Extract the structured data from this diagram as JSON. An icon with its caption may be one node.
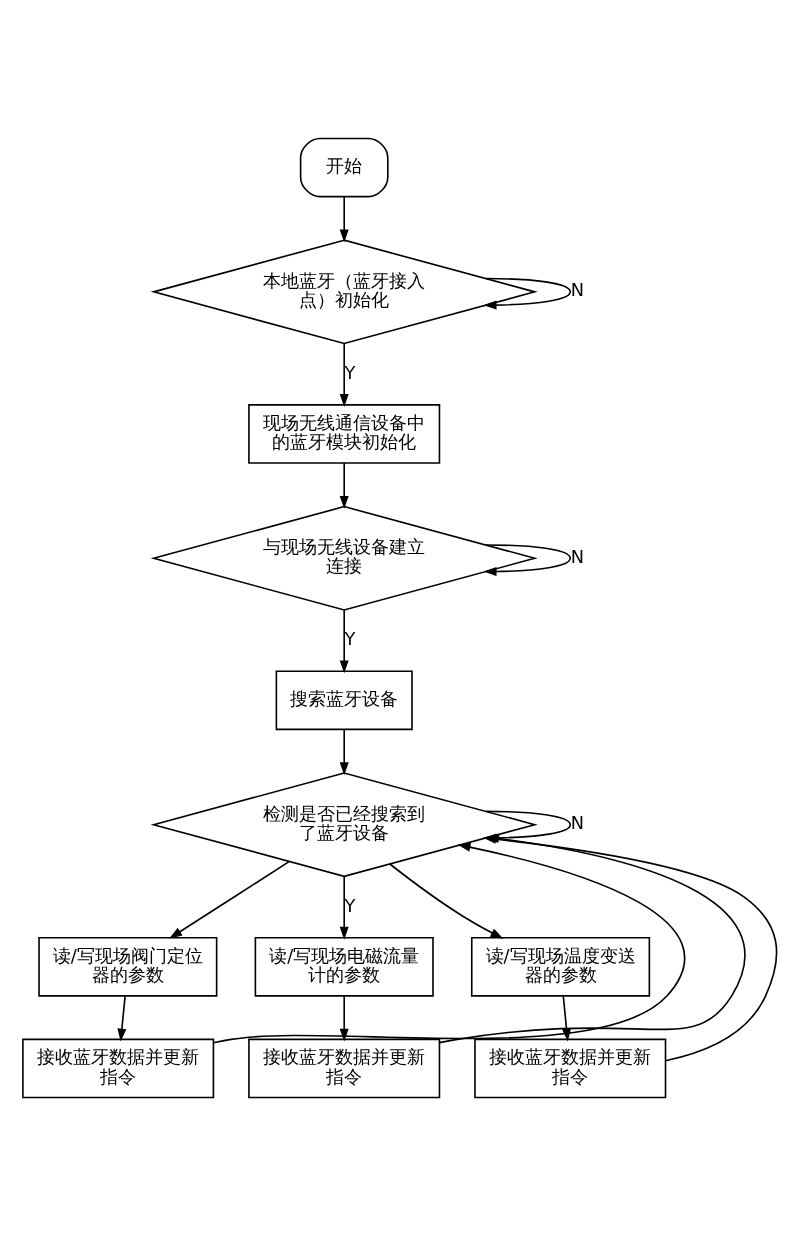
{
  "diagram": {
    "nodes": [
      {
        "text": [
          "开始"
        ]
      },
      {
        "text": [
          "本地蓝牙（蓝牙接入点）初始化"
        ]
      },
      {
        "text": [
          "现场无线通信设备中的蓝牙模块初始化"
        ]
      },
      {
        "text": [
          "与现场无线设备建立连接"
        ]
      },
      {
        "text": [
          "搜索蓝牙设备"
        ]
      },
      {
        "text": [
          "检测是否已经搜索到了蓝牙设备"
        ]
      },
      {
        "text": [
          "读/写现场阀门定位器的参数"
        ]
      },
      {
        "text": [
          "读/写现场电磁流量计的参数"
        ]
      },
      {
        "text": [
          "读/写现场温度变送器的参数"
        ]
      },
      {
        "text": [
          "接收蓝牙数据并更新指令"
        ]
      },
      {
        "text": [
          "接收蓝牙数据并更新指令"
        ]
      },
      {
        "text": [
          "接收蓝牙数据并更新指令"
        ]
      }
    ],
    "edges": [
      {
        "from": 0,
        "to": 1,
        "arrow": "to"
      },
      {
        "from": 1,
        "to": 1,
        "arrow": "to",
        "label": "N"
      },
      {
        "from": 1,
        "to": 2,
        "arrow": "to",
        "label": "Y"
      },
      {
        "from": 2,
        "to": 3,
        "arrow": "to"
      },
      {
        "from": 3,
        "to": 3,
        "arrow": "to",
        "label": "N"
      },
      {
        "from": 3,
        "to": 4,
        "arrow": "to",
        "label": "Y"
      },
      {
        "from": 4,
        "to": 5,
        "arrow": "to"
      },
      {
        "from": 5,
        "to": 5,
        "arrow": "to",
        "label": "N"
      },
      {
        "from": 5,
        "to": 6,
        "arrow": "to"
      },
      {
        "from": 5,
        "to": 7,
        "arrow": "to",
        "label": "Y"
      },
      {
        "from": 5,
        "to": 8,
        "arrow": "to"
      },
      {
        "from": 6,
        "to": 9,
        "arrow": "to"
      },
      {
        "from": 7,
        "to": 10,
        "arrow": "to"
      },
      {
        "from": 8,
        "to": 11,
        "arrow": "to"
      },
      {
        "from": 9,
        "to": 5,
        "arrow": "to"
      },
      {
        "from": 10,
        "to": 5,
        "arrow": "to"
      },
      {
        "from": 11,
        "to": 5,
        "arrow": "to"
      }
    ]
  }
}
